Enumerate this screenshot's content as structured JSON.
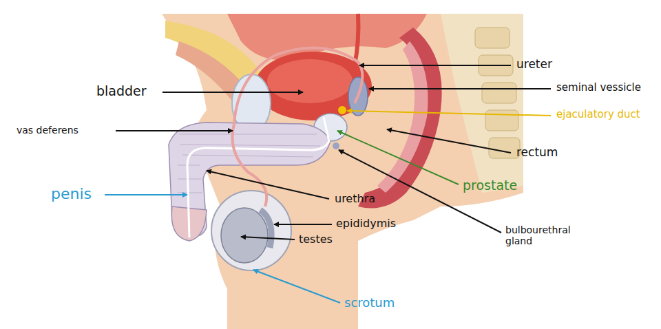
{
  "diagram": {
    "labels": [
      "ureter",
      "seminal vessicle",
      "bladder",
      "ejaculatory duct",
      "vas deferens",
      "rectum",
      "prostate",
      "penis",
      "urethra",
      "epididymis",
      "testes",
      "bulbourethral gland",
      "scrotum"
    ]
  }
}
